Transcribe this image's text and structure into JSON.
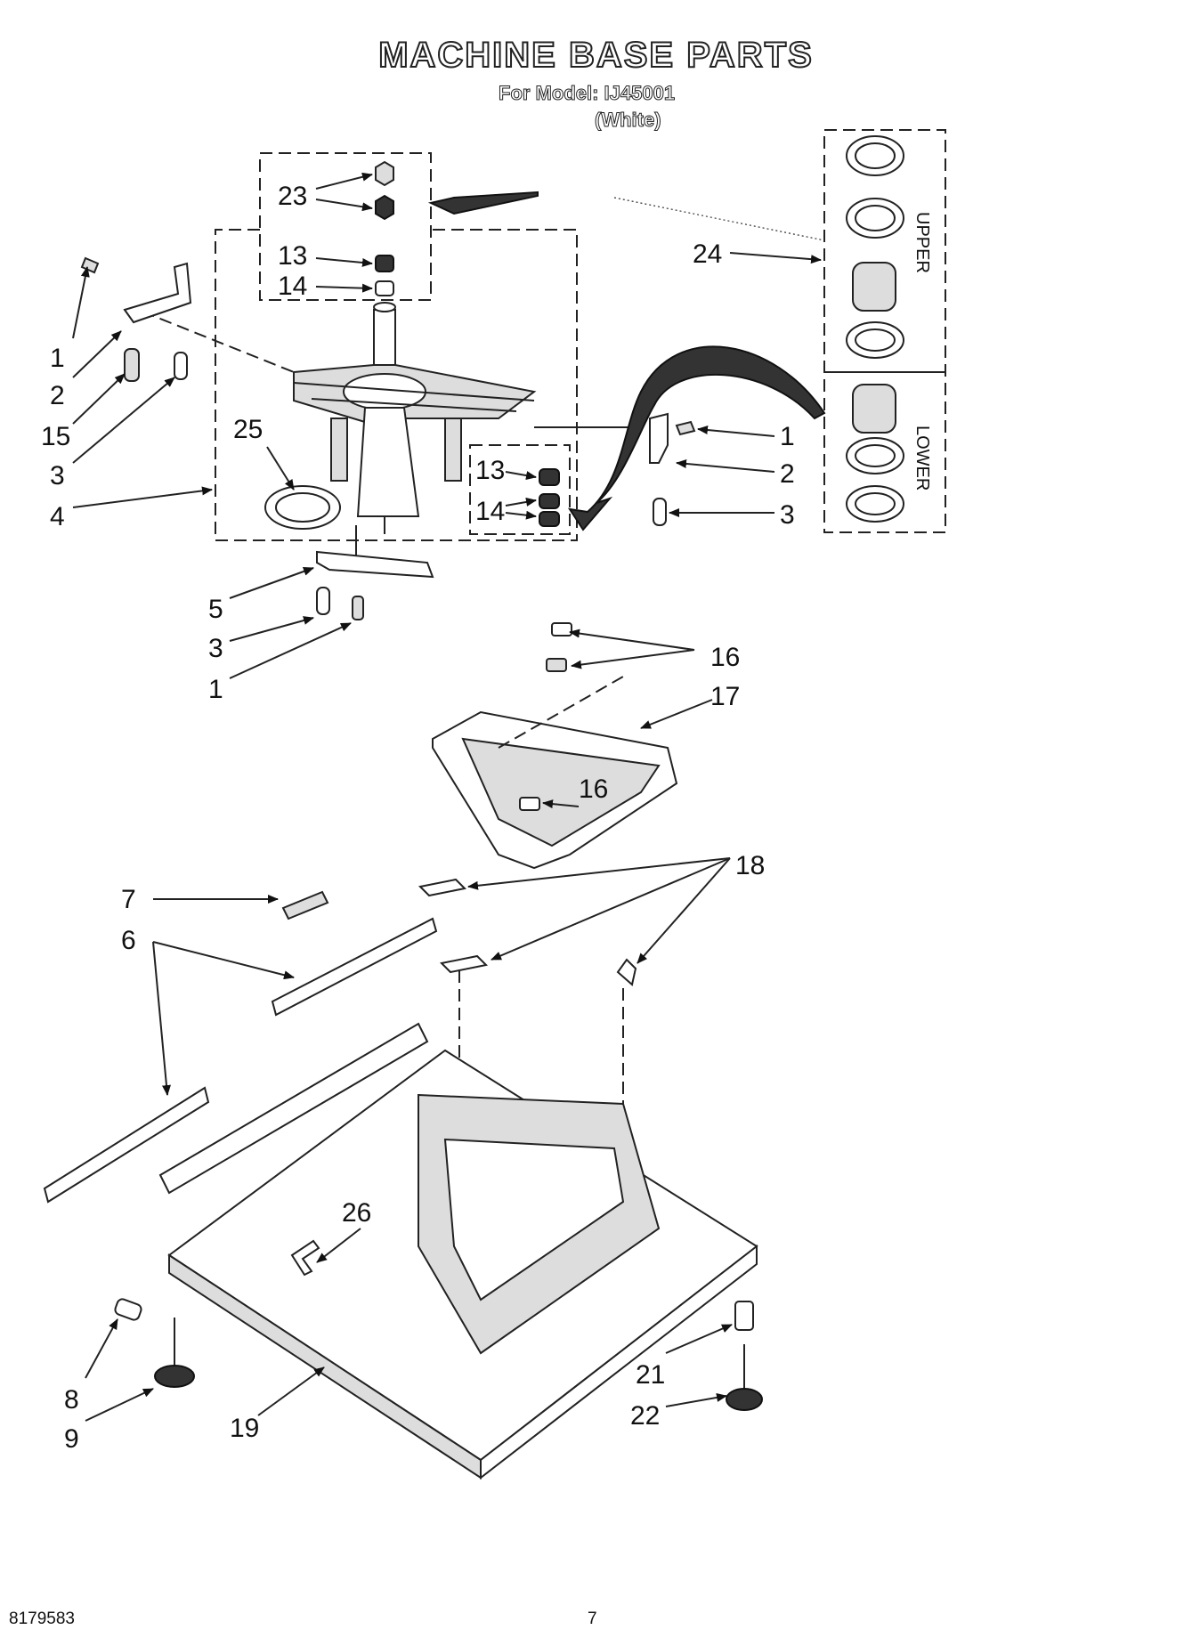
{
  "header": {
    "title": "MACHINE BASE PARTS",
    "model_line": "For Model: IJ45001",
    "color_line": "(White)"
  },
  "footer": {
    "doc_number": "8179583",
    "page_number": "7"
  },
  "callouts": {
    "c23": "23",
    "c13a": "13",
    "c14a": "14",
    "c24": "24",
    "c1a": "1",
    "c2a": "2",
    "c15": "15",
    "c3a": "3",
    "c4": "4",
    "c25": "25",
    "c13b": "13",
    "c14b": "14",
    "c1b": "1",
    "c2b": "2",
    "c3b": "3",
    "c5": "5",
    "c3c": "3",
    "c1c": "1",
    "c16a": "16",
    "c17": "17",
    "c16b": "16",
    "c18": "18",
    "c7": "7",
    "c6": "6",
    "c26": "26",
    "c8": "8",
    "c9": "9",
    "c19": "19",
    "c21": "21",
    "c22": "22"
  },
  "kit_labels": {
    "upper": "UPPER",
    "lower": "LOWER"
  }
}
